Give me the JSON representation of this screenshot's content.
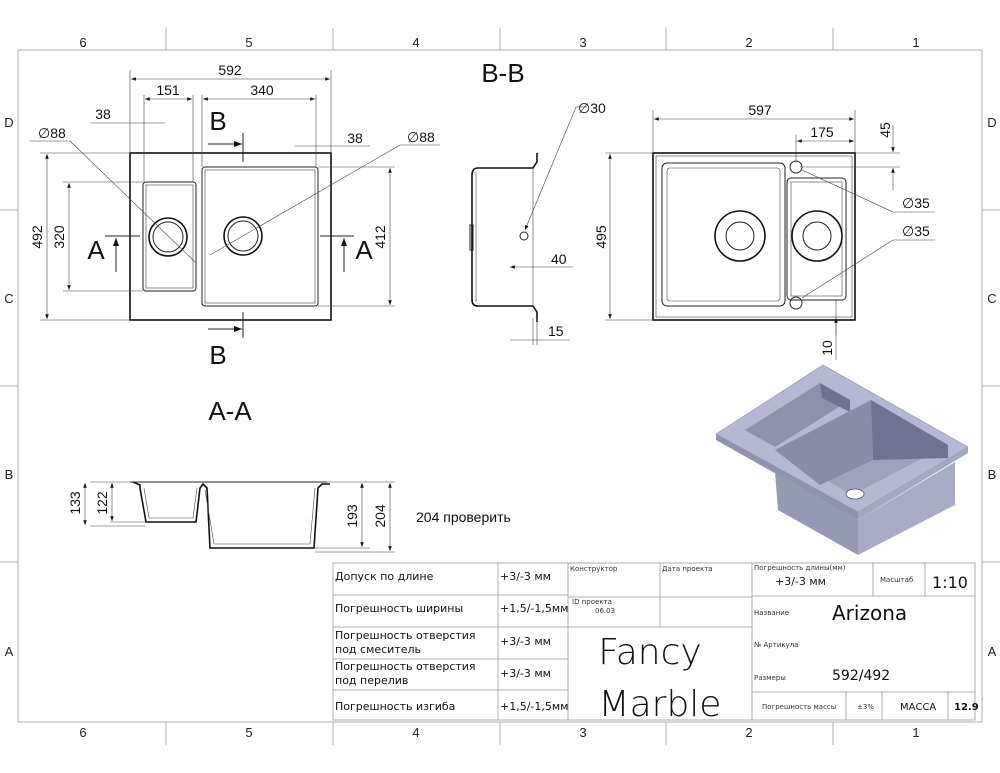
{
  "frame": {
    "columns": [
      "6",
      "5",
      "4",
      "3",
      "2",
      "1"
    ],
    "rows": [
      "D",
      "C",
      "B",
      "A"
    ]
  },
  "views": {
    "section_bb_label": "B-B",
    "section_aa_label": "A-A",
    "cut_b": "B",
    "cut_a": "A",
    "note": "204 проверить"
  },
  "dimensions": {
    "top_view": {
      "overall_width": "592",
      "small_bowl": "151",
      "large_bowl": "340",
      "left_margin": "38",
      "right_margin": "38",
      "hole_left": "∅88",
      "hole_right": "∅88",
      "overall_depth": "492",
      "small_bowl_depth": "320",
      "large_bowl_depth": "412"
    },
    "side_view": {
      "hole": "∅30",
      "offset": "40",
      "flange": "15"
    },
    "bottom_view": {
      "cutout_width": "597",
      "tap_offset": "175",
      "top_offset": "45",
      "depth": "495",
      "tap_hole_1": "∅35",
      "tap_hole_2": "∅35",
      "bottom_offset": "10"
    },
    "section_aa": {
      "small_outer": "133",
      "small_inner": "122",
      "large_inner": "193",
      "large_outer": "204"
    }
  },
  "title_block": {
    "tolerances": [
      {
        "label": "Допуск по длине",
        "value": "+3/-3 мм"
      },
      {
        "label": "Погрешность ширины",
        "value": "+1,5/-1,5мм"
      },
      {
        "label": "Погрешность отверстия\nпод смеситель",
        "line1": "Погрешность отверстия",
        "line2": "под смеситель",
        "value": "+3/-3 мм"
      },
      {
        "label": "Погрешность отверстия\nпод перелив",
        "line1": "Погрешность отверстия",
        "line2": "под перелив",
        "value": "+3/-3 мм"
      },
      {
        "label": "Погрешность изгиба",
        "value": "+1,5/-1,5мм"
      }
    ],
    "designer_label": "Конструктор",
    "date_label": "Дата проекта",
    "project_id_label": "ID проекта",
    "project_id": "06.03",
    "brand_line1": "Fancy",
    "brand_line2": "Marble",
    "length_tol_label": "Погрешность длины(мм)",
    "length_tol_value": "+3/-3 мм",
    "scale_label": "Масштаб",
    "scale_value": "1:10",
    "name_label": "Название",
    "name_value": "Arizona",
    "article_label": "№ Артикула",
    "size_label": "Размеры",
    "size_value": "592/492",
    "mass_tol_label": "Погрешность массы",
    "mass_tol_value": "±3%",
    "mass_label": "МАССА",
    "mass_value": "12.9"
  },
  "colors": {
    "render": "#9ea3c0",
    "render_dark": "#6f7391",
    "render_light": "#b9bdd6"
  }
}
